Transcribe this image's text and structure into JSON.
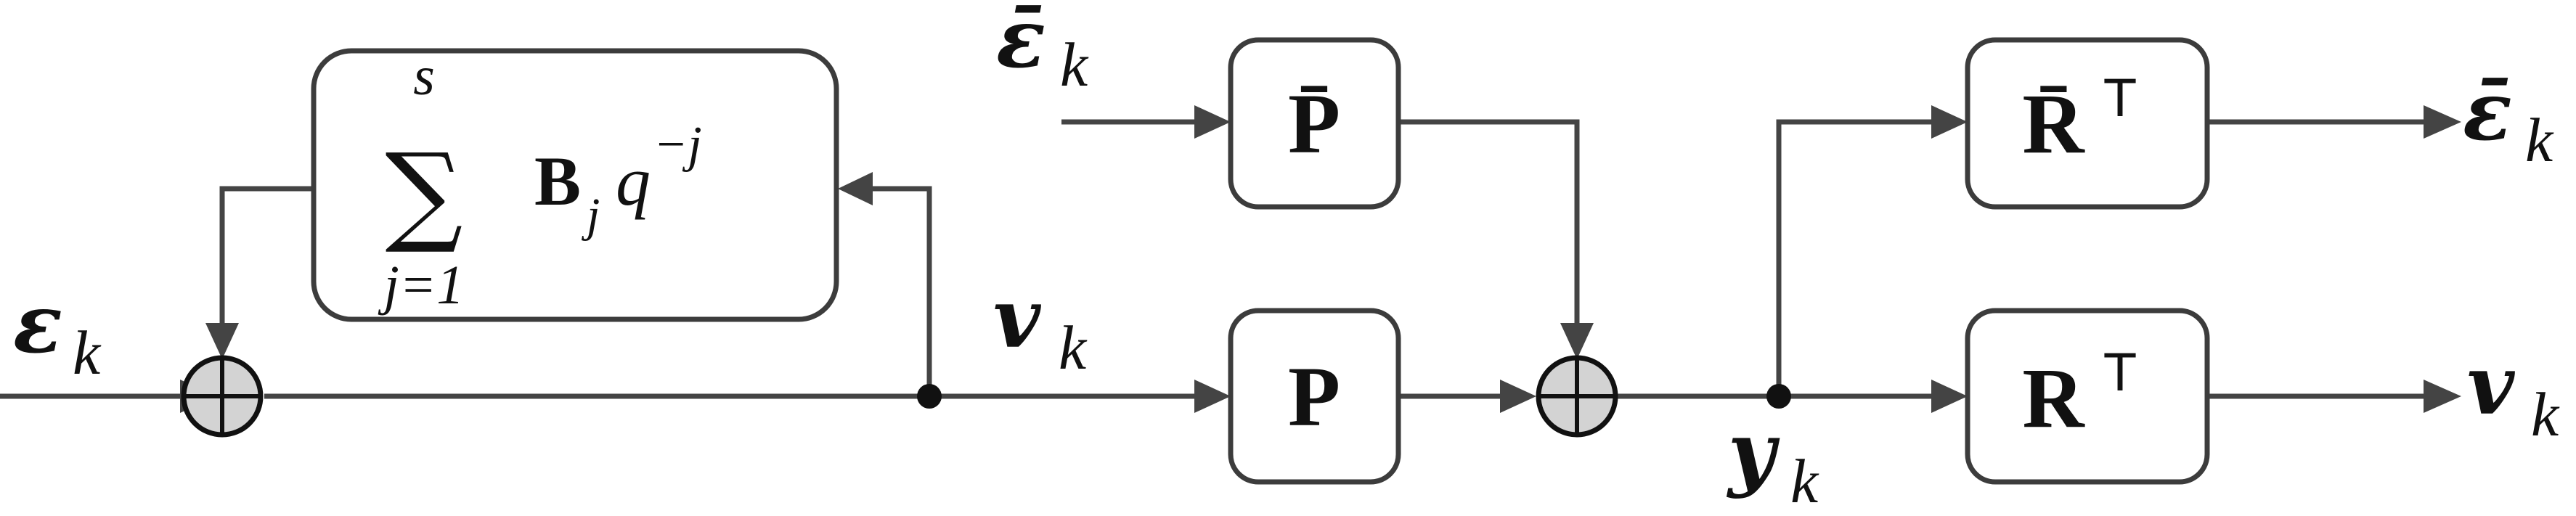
{
  "diagram": {
    "signals": {
      "eps_in": {
        "main": "ε",
        "sub": "k"
      },
      "eps_bar_in": {
        "main": "ε̄",
        "sub": "k"
      },
      "v_mid": {
        "main": "v",
        "sub": "k"
      },
      "y_mid": {
        "main": "y",
        "sub": "k"
      },
      "eps_bar_out": {
        "main": "ε̄",
        "sub": "k"
      },
      "v_out": {
        "main": "v",
        "sub": "k"
      }
    },
    "blocks": {
      "feedback": {
        "sigma": "∑",
        "upper_limit": "s",
        "lower_limit": "j=1",
        "term_matrix": "B",
        "term_matrix_sub": "j",
        "term_operator": "q",
        "term_exponent": "−j"
      },
      "p_bar": {
        "main": "P̄"
      },
      "p": {
        "main": "P"
      },
      "r_bar_t": {
        "main": "R̄",
        "sup": "T"
      },
      "r_t": {
        "main": "R",
        "sup": "T"
      }
    },
    "colors": {
      "wire": "#444444",
      "block_border": "#3c3c3c",
      "summer_fill": "#d3d3d3",
      "text": "#111111"
    }
  }
}
